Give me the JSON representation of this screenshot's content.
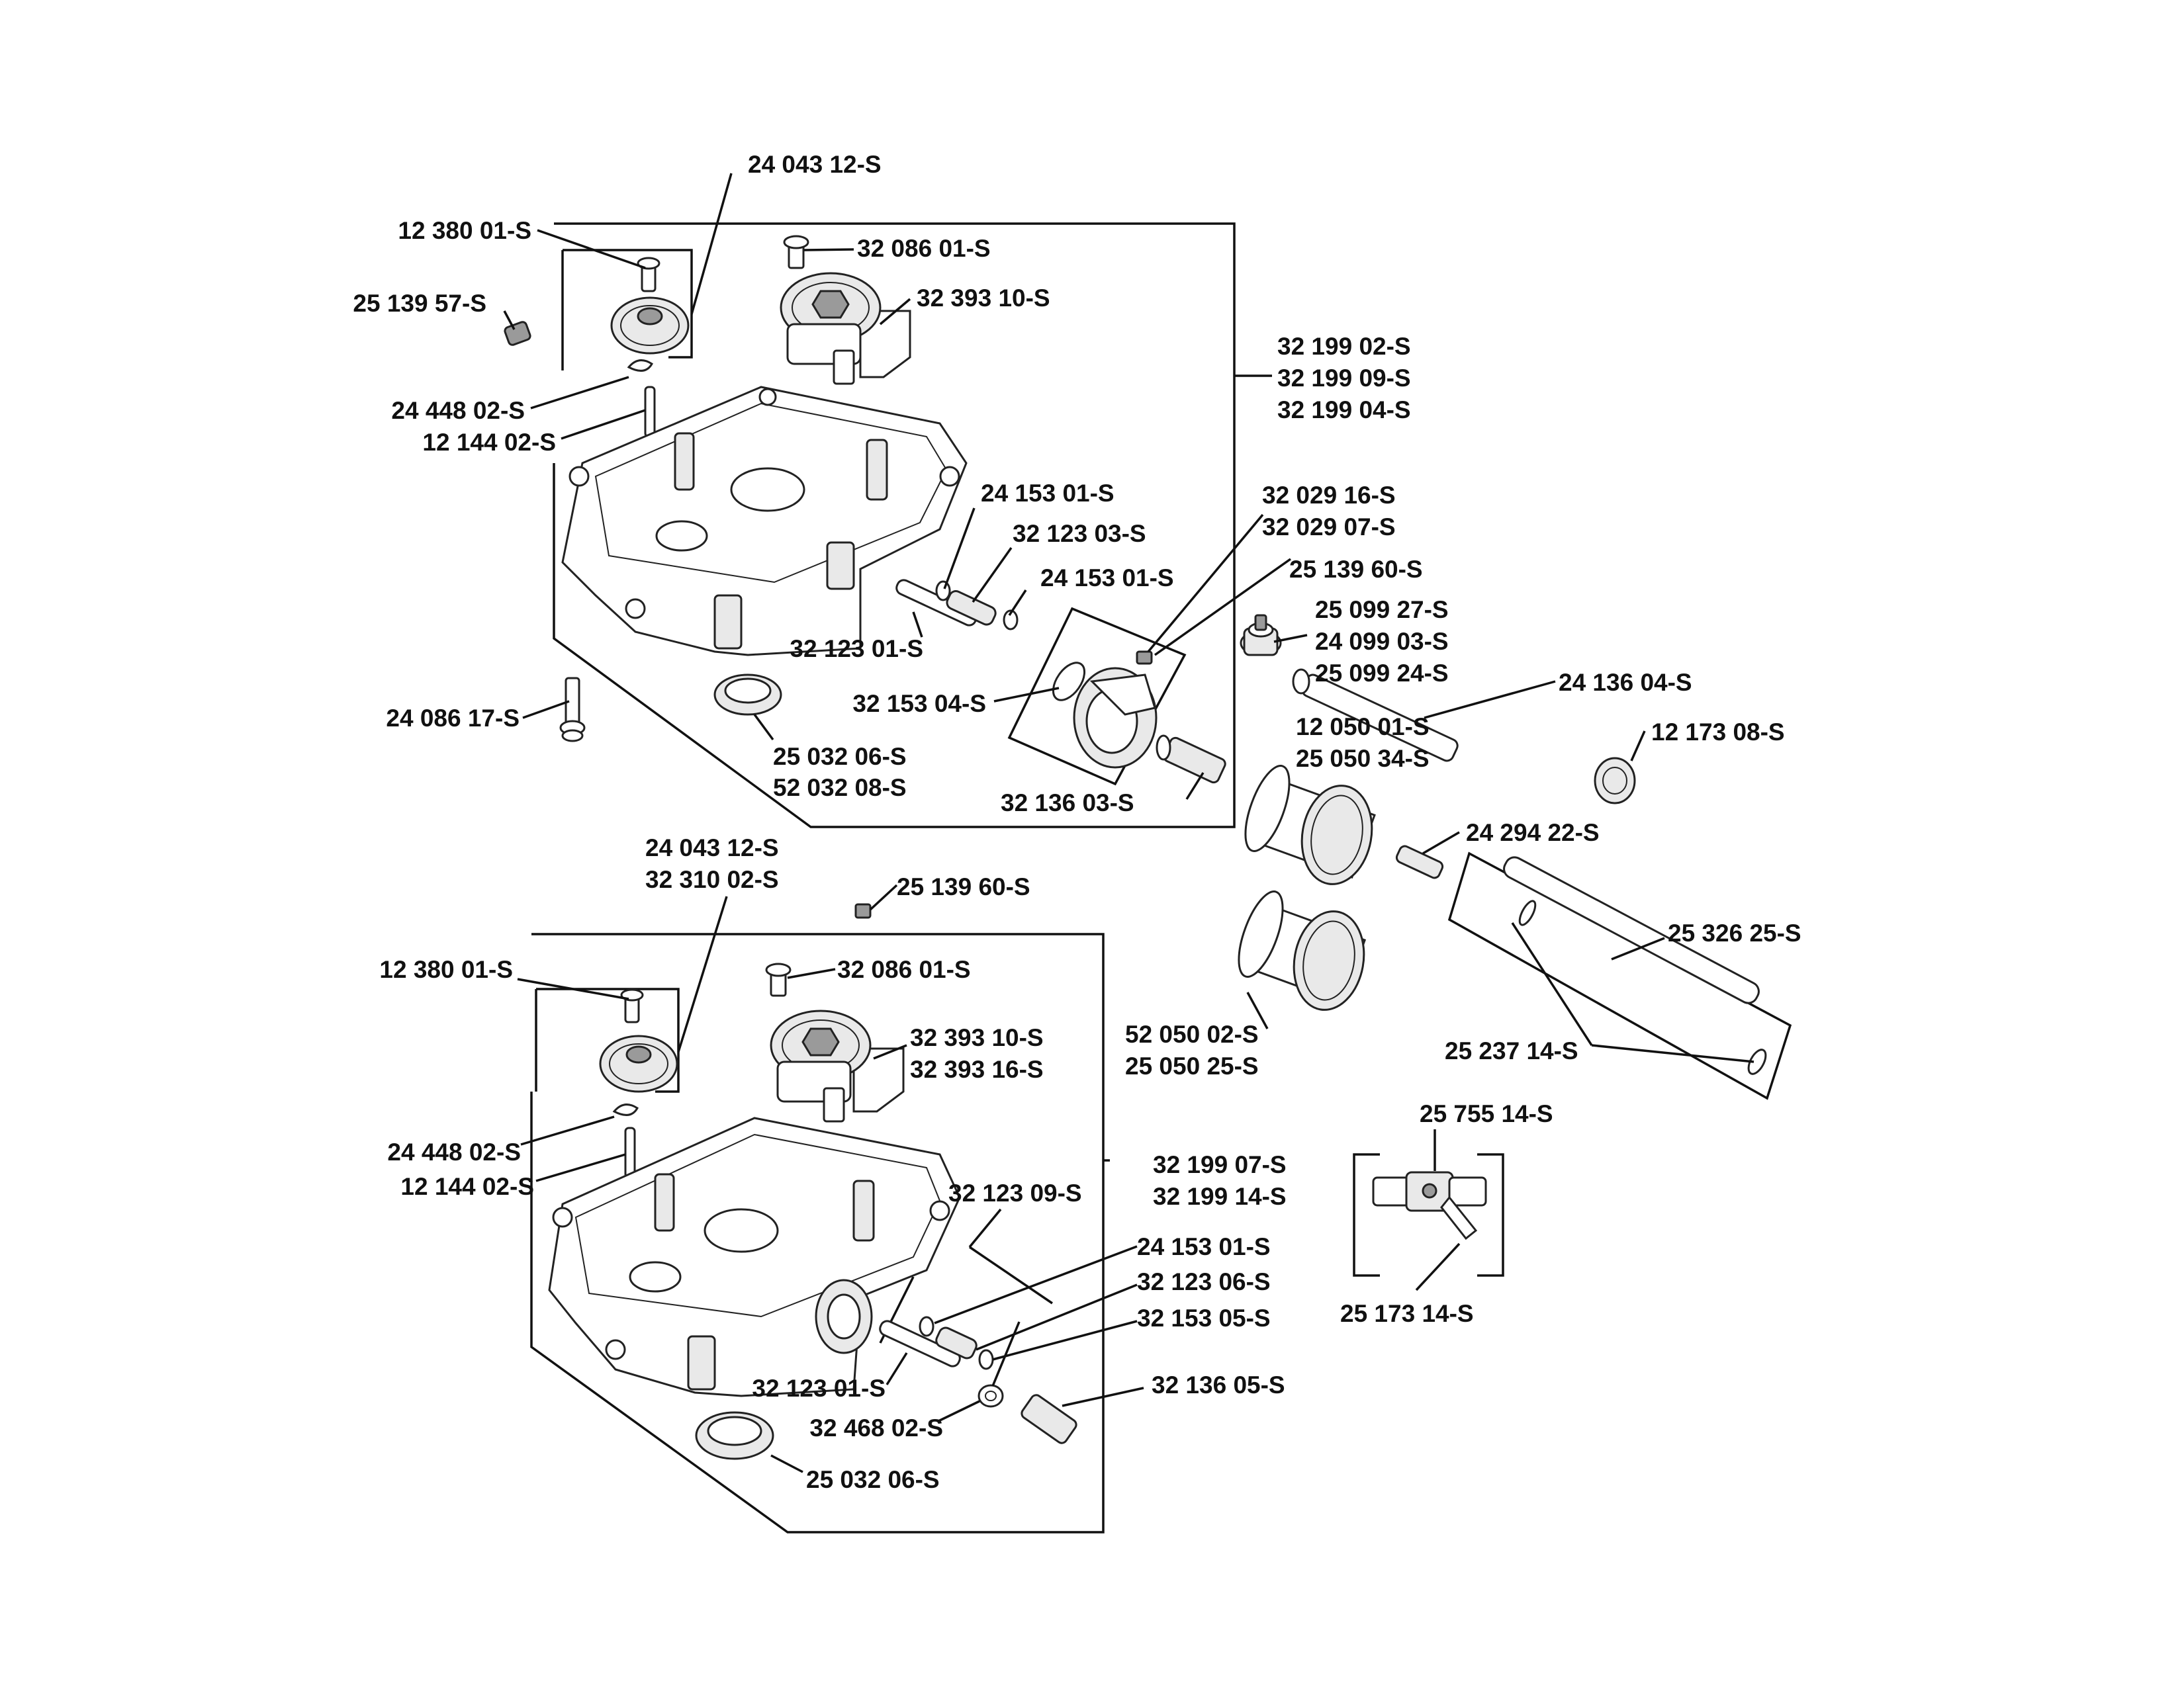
{
  "upper_group": {
    "gear_shaft_pin": "12 380 01-S",
    "gear": "24 043 12-S",
    "plug": "25 139 57-S",
    "clip": "24 448 02-S",
    "pin": "12 144 02-S",
    "screw": "32 086 01-S",
    "pump_gear": "32 393 10-S",
    "housing": [
      "32 199 02-S",
      "32 199 09-S",
      "32 199 04-S"
    ],
    "oring_a": "24 153 01-S",
    "sleeve": "32 123 03-S",
    "oring_b": "24 153 01-S",
    "tube": "32 123 01-S",
    "bolt": "24 086 17-S",
    "seal": [
      "25 032 06-S",
      "52 032 08-S"
    ],
    "oring_c": "32 153 04-S",
    "adapter": "32 136 03-S",
    "filter_mount": [
      "32 029 16-S",
      "32 029 07-S"
    ],
    "small_plug": "25 139 60-S"
  },
  "lower_group": {
    "gear": [
      "24 043 12-S",
      "32 310 02-S"
    ],
    "small_plug": "25 139 60-S",
    "gear_shaft_pin": "12 380 01-S",
    "screw": "32 086 01-S",
    "pump_gear": [
      "32 393 10-S",
      "32 393 16-S"
    ],
    "clip": "24 448 02-S",
    "pin": "12 144 02-S",
    "housing": [
      "32 199 07-S",
      "32 199 14-S"
    ],
    "tube_kit": "32 123 09-S",
    "oring_a": "24 153 01-S",
    "sleeve": "32 123 06-S",
    "oring_b": "32 153 05-S",
    "tube": "32 123 01-S",
    "adapter": "32 136 05-S",
    "washer": "32 468 02-S",
    "seal": "25 032 06-S"
  },
  "right_group": {
    "sensor": [
      "25 099 27-S",
      "24 099 03-S",
      "25 099 24-S"
    ],
    "drain_tube": "24 136 04-S",
    "cap": "12 173 08-S",
    "filter_a": [
      "12 050 01-S",
      "25 050 34-S"
    ],
    "fitting": "24 294 22-S",
    "hose": "25 326 25-S",
    "filter_b": [
      "52 050 02-S",
      "25 050 25-S"
    ],
    "clamp": "25 237 14-S",
    "valve": "25 755 14-S",
    "lever": "25 173 14-S"
  }
}
